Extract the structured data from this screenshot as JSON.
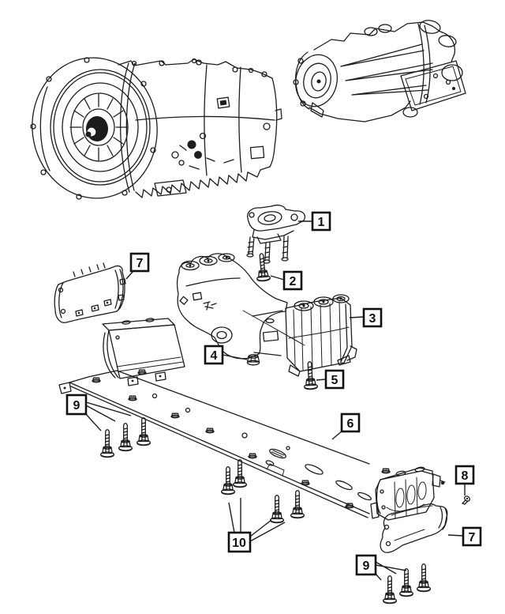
{
  "diagram": {
    "background": "#ffffff",
    "line_color": "#1d1d1d",
    "drawings": [
      {
        "name": "automatic-transmission"
      },
      {
        "name": "transfer-case"
      }
    ]
  },
  "callouts": [
    {
      "label": "1",
      "part": "transmission-mount"
    },
    {
      "label": "2",
      "part": "mount-bolt"
    },
    {
      "label": "3",
      "part": "transmission-crossmember"
    },
    {
      "label": "4",
      "part": "flange-nut"
    },
    {
      "label": "5",
      "part": "crossmember-bolt"
    },
    {
      "label": "6",
      "part": "skid-plate"
    },
    {
      "label": "7",
      "part": "heat-shield-front"
    },
    {
      "label": "7",
      "part": "heat-shield-rear"
    },
    {
      "label": "8",
      "part": "screw"
    },
    {
      "label": "9",
      "part": "bolt-set-front"
    },
    {
      "label": "9",
      "part": "bolt-set-rear"
    },
    {
      "label": "10",
      "part": "bolt-set-center"
    }
  ]
}
